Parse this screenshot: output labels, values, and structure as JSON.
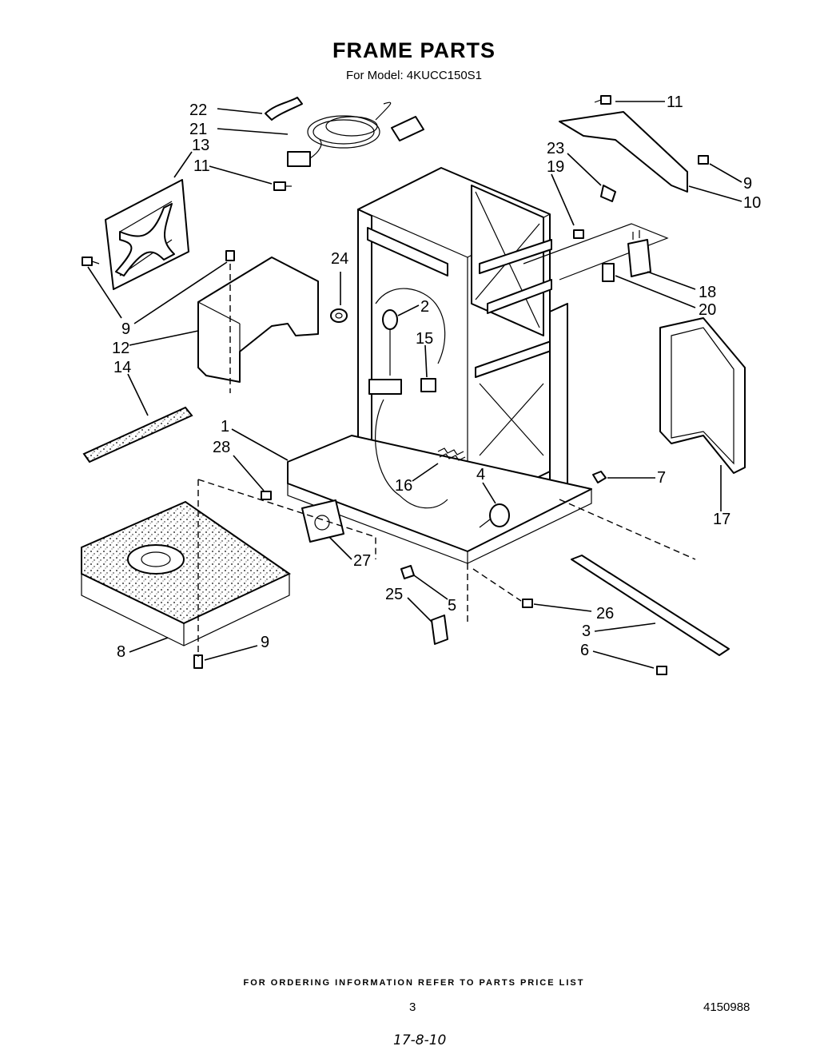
{
  "header": {
    "title": "FRAME PARTS",
    "subtitle": "For Model: 4KUCC150S1"
  },
  "callouts": [
    {
      "id": "c22",
      "text": "22"
    },
    {
      "id": "c21",
      "text": "21"
    },
    {
      "id": "c13",
      "text": "13"
    },
    {
      "id": "c11a",
      "text": "11"
    },
    {
      "id": "c11b",
      "text": "11"
    },
    {
      "id": "c23",
      "text": "23"
    },
    {
      "id": "c19",
      "text": "19"
    },
    {
      "id": "c9a",
      "text": "9"
    },
    {
      "id": "c10",
      "text": "10"
    },
    {
      "id": "c24",
      "text": "24"
    },
    {
      "id": "c2",
      "text": "2"
    },
    {
      "id": "c18",
      "text": "18"
    },
    {
      "id": "c20",
      "text": "20"
    },
    {
      "id": "c9b",
      "text": "9"
    },
    {
      "id": "c12",
      "text": "12"
    },
    {
      "id": "c15",
      "text": "15"
    },
    {
      "id": "c14",
      "text": "14"
    },
    {
      "id": "c1",
      "text": "1"
    },
    {
      "id": "c28",
      "text": "28"
    },
    {
      "id": "c16",
      "text": "16"
    },
    {
      "id": "c4",
      "text": "4"
    },
    {
      "id": "c7",
      "text": "7"
    },
    {
      "id": "c17",
      "text": "17"
    },
    {
      "id": "c27",
      "text": "27"
    },
    {
      "id": "c25",
      "text": "25"
    },
    {
      "id": "c5",
      "text": "5"
    },
    {
      "id": "c26",
      "text": "26"
    },
    {
      "id": "c3",
      "text": "3"
    },
    {
      "id": "c6",
      "text": "6"
    },
    {
      "id": "c8",
      "text": "8"
    },
    {
      "id": "c9c",
      "text": "9"
    }
  ],
  "footer": {
    "ordering_note": "FOR ORDERING INFORMATION REFER TO PARTS PRICE LIST",
    "page_number": "3",
    "document_number": "4150988",
    "handwritten_note": "17-8-10"
  }
}
